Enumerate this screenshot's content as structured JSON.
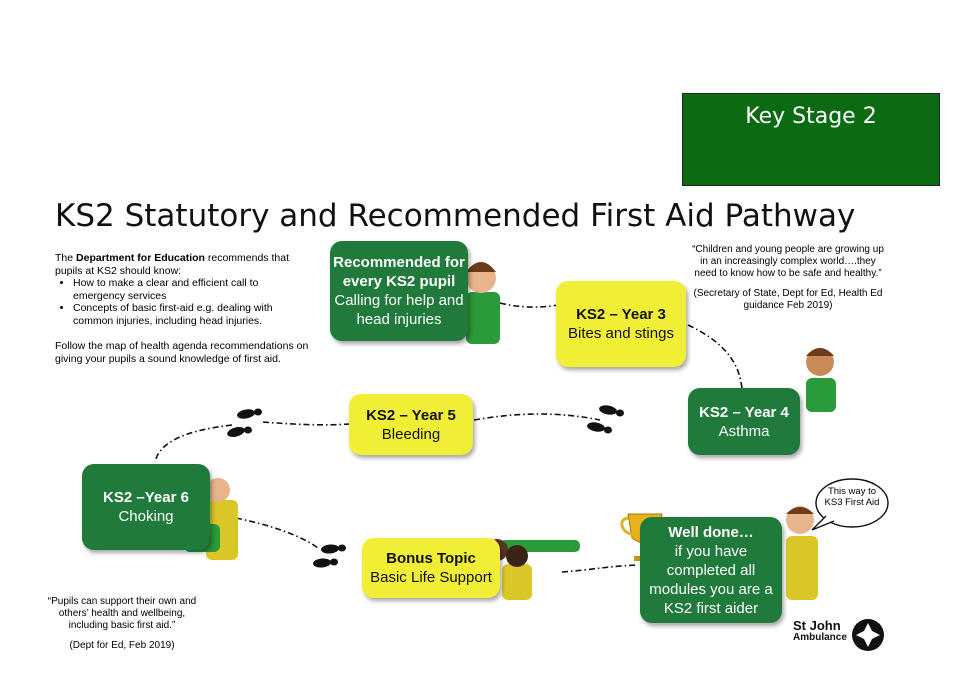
{
  "banner": {
    "label": "Key Stage 2"
  },
  "title": "KS2 Statutory and Recommended First Aid Pathway",
  "intro": {
    "lead_prefix": "The ",
    "lead_bold": "Department for Education",
    "lead_suffix": " recommends that pupils at KS2 should know:",
    "bullets": [
      "How to make a clear and efficient call to emergency services",
      "Concepts of basic first-aid e.g. dealing with common injuries, including head injuries."
    ],
    "follow": "Follow the map of health agenda recommendations on giving your pupils a sound knowledge of first aid."
  },
  "quote_top": {
    "text": "“Children and young people are growing up in an increasingly complex world….they need to know how to be safe and healthy.”",
    "source": "(Secretary of State, Dept for Ed, Health Ed guidance Feb 2019)"
  },
  "quote_bottom": {
    "text": "“Pupils can support their own and others’ health and wellbeing, including basic first aid.”",
    "source": "(Dept for Ed, Feb 2019)"
  },
  "steps": {
    "recommended": {
      "heading": "Recommended for every KS2 pupil",
      "body": "Calling for help and head injuries"
    },
    "year3": {
      "heading": "KS2 – Year 3",
      "body": "Bites and stings"
    },
    "year4": {
      "heading": "KS2 – Year 4",
      "body": "Asthma"
    },
    "year5": {
      "heading": "KS2 – Year 5",
      "body": "Bleeding"
    },
    "year6": {
      "heading": "KS2 –Year 6",
      "body": "Choking"
    },
    "bonus": {
      "heading": "Bonus Topic",
      "body": "Basic Life Support"
    },
    "done": {
      "heading": "Well done…",
      "body": "if you have completed all modules you are a KS2 first aider"
    }
  },
  "speech": "This way to KS3 First Aid",
  "logo": {
    "line1": "St John",
    "line2": "Ambulance"
  },
  "colors": {
    "green": "#1f7a3b",
    "yellow": "#f1ee36",
    "banner": "#0b6b12"
  }
}
